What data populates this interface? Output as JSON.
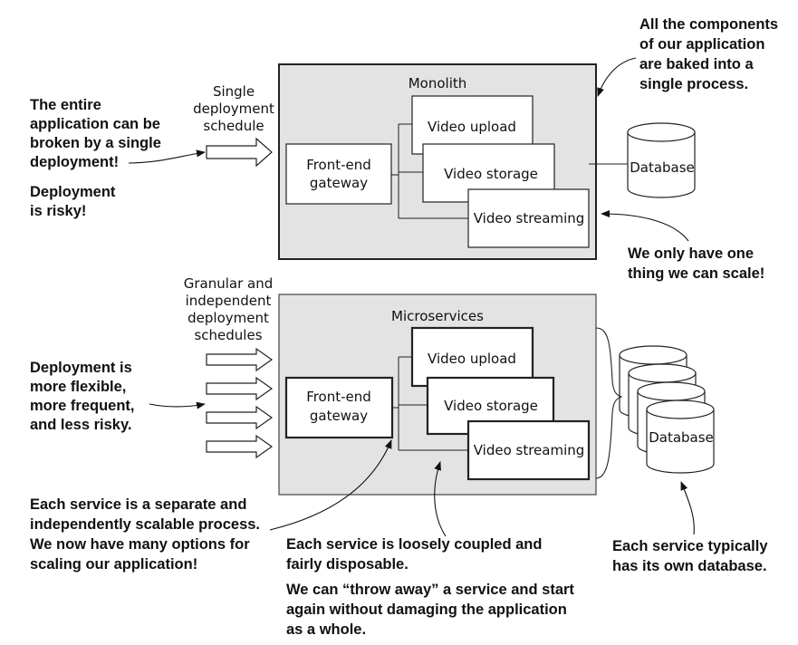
{
  "monolith": {
    "title": "Monolith",
    "gateway_line1": "Front-end",
    "gateway_line2": "gateway",
    "services": [
      "Video upload",
      "Video storage",
      "Video streaming"
    ],
    "database": "Database",
    "schedule_label": [
      "Single",
      "deployment",
      "schedule"
    ]
  },
  "microservices": {
    "title": "Microservices",
    "gateway_line1": "Front-end",
    "gateway_line2": "gateway",
    "services": [
      "Video upload",
      "Video storage",
      "Video streaming"
    ],
    "database": "Database",
    "schedule_label": [
      "Granular and",
      "independent",
      "deployment",
      "schedules"
    ]
  },
  "annotations": {
    "monolith_risk": [
      "The entire",
      "application can be",
      "broken by a single",
      "deployment!"
    ],
    "monolith_risky": [
      "Deployment",
      "is risky!"
    ],
    "monolith_components": [
      "All the components",
      "of our application",
      "are baked into a",
      "single process."
    ],
    "monolith_scale": [
      "We only have one",
      "thing we can scale!"
    ],
    "micro_flexible": [
      "Deployment is",
      "more flexible,",
      "more frequent,",
      "and less risky."
    ],
    "micro_scalable": [
      "Each service is a separate and",
      "independently scalable process.",
      "We now have many options for",
      "scaling our application!"
    ],
    "micro_coupled": [
      "Each service is loosely coupled and",
      "fairly disposable."
    ],
    "micro_throwaway": [
      "We can “throw away” a service and start",
      "again without damaging the application",
      "as a whole."
    ],
    "micro_database": [
      "Each service typically",
      "has its own database."
    ]
  },
  "colors": {
    "container_fill": "#e3e3e3",
    "outline": "#222222",
    "background": "#ffffff"
  }
}
